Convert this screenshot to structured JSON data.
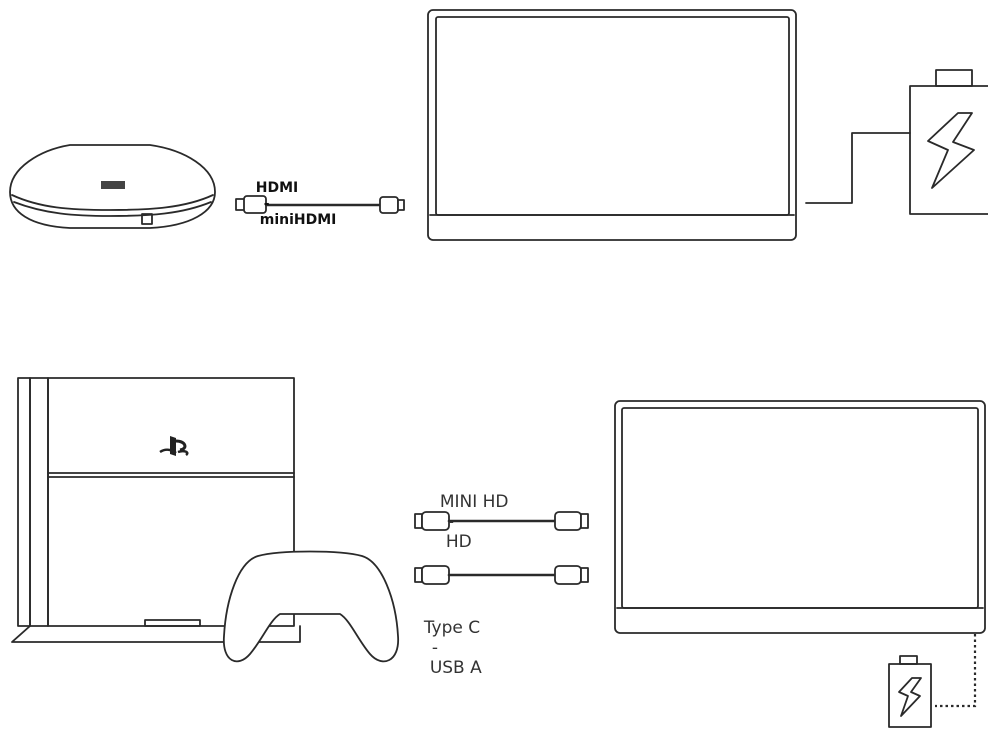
{
  "cables": {
    "top": {
      "left": "HDMI",
      "sep": "-",
      "right": "miniHDMI"
    },
    "bottom_hdmi": {
      "left": "MINI HD",
      "sep": "-",
      "right": "HD"
    },
    "bottom_usb": {
      "left": "Type C",
      "sep": "-",
      "right": "USB A"
    }
  },
  "icons": {
    "top_device": "tv-box-icon",
    "console": "playstation-console-icon",
    "controller": "gamepad-icon",
    "monitor": "portable-monitor-icon",
    "power": "battery-charge-icon"
  }
}
